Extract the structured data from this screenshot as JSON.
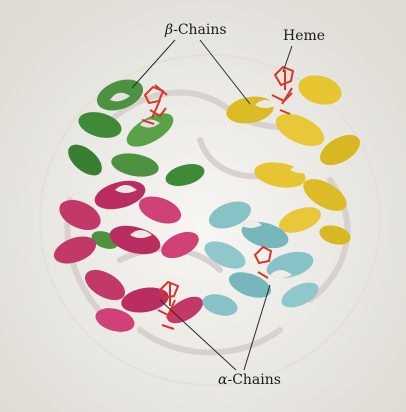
{
  "figure": {
    "labels": {
      "beta_greek": "β",
      "beta_text": "-Chains",
      "heme": "Heme",
      "alpha_greek": "α",
      "alpha_text": "-Chains"
    }
  },
  "colors": {
    "background": "#f2f1ed",
    "alpha_chain_1": "#c2346a",
    "alpha_chain_2": "#7fbcc0",
    "beta_chain_1": "#3f8a36",
    "beta_chain_2": "#e0c22c",
    "heme": "#d8362a",
    "ribbon_light": "#ddd7d3"
  }
}
